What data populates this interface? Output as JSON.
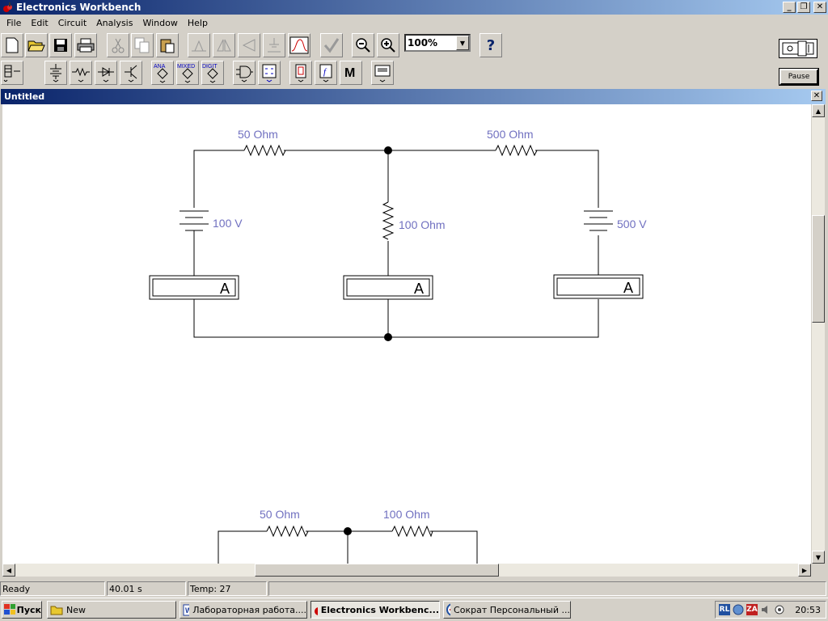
{
  "window": {
    "title": "Electronics Workbench",
    "minimize": "_",
    "restore": "❐",
    "close": "✕"
  },
  "menu": {
    "items": [
      "File",
      "Edit",
      "Circuit",
      "Analysis",
      "Window",
      "Help"
    ]
  },
  "toolbar": {
    "zoom_value": "100%",
    "help_label": "?",
    "pause_label": "Pause",
    "parts_labels": {
      "analog": "ANA",
      "mixed": "MIXED",
      "digital": "DIGIT",
      "misc": "M"
    }
  },
  "document": {
    "title": "Untitled",
    "close": "✕"
  },
  "circuit": {
    "wire_color": "#000000",
    "label_color": "#7070c0",
    "components": {
      "r_top_left": "50  Ohm",
      "r_top_right": "500  Ohm",
      "r_middle": "100  Ohm",
      "v_left": "100 V",
      "v_right": "500 V",
      "ammeter_symbol": "A",
      "r2_left": "50  Ohm",
      "r2_right": "100  Ohm"
    }
  },
  "statusbar": {
    "status": "Ready",
    "time": "40.01 s",
    "temp": "Temp:  27"
  },
  "taskbar": {
    "start_label": "Пуск",
    "tasks": [
      {
        "label": "New"
      },
      {
        "label": "Лабораторная работа...."
      },
      {
        "label": "Electronics Workbenc..."
      },
      {
        "label": "Сократ Персональный ..."
      }
    ],
    "tray_lang": "RL",
    "tray_za": "ZA",
    "clock": "20:53"
  }
}
